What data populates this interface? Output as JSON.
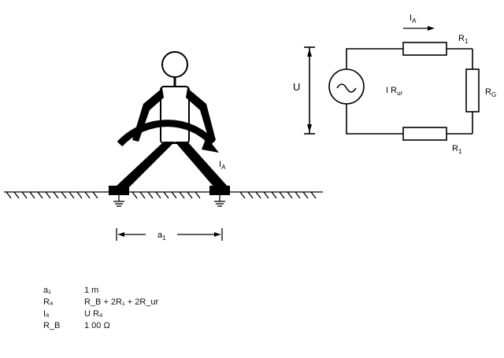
{
  "figure": {
    "current_label": "I_A",
    "distance_label": "a_1",
    "voltage_label": "U",
    "resistor_top_label": "R_1",
    "resistor_right_label": "R_G",
    "resistor_bottom_label": "R_1",
    "center_label": "I R_ur"
  },
  "legend": [
    {
      "symbol": "a₁",
      "value": "1 m"
    },
    {
      "symbol": "Rₐ",
      "value": "R_B + 2R₁ + 2R_ur"
    },
    {
      "symbol": "Iₐ",
      "value": "U Rₐ"
    },
    {
      "symbol": "R_B",
      "value": "1 00 Ω"
    }
  ]
}
